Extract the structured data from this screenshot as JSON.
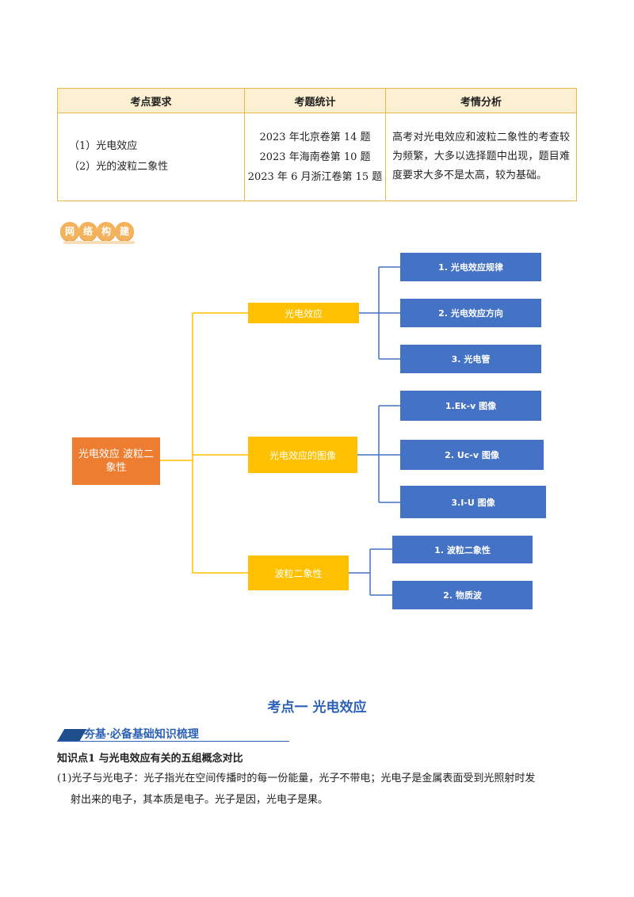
{
  "table": {
    "headers": [
      "考点要求",
      "考题统计",
      "考情分析"
    ],
    "requirements": [
      "（1）光电效应",
      "（2）光的波粒二象性"
    ],
    "statistics": [
      "2023 年北京卷第 14 题",
      "2023 年海南卷第 10 题",
      "2023 年 6 月浙江卷第 15 题"
    ],
    "analysis": "高考对光电效应和波粒二象性的考查较为频繁，大多以选择题中出现，题目难度要求大多不是太高，较为基础。"
  },
  "badge": {
    "chars": [
      "网",
      "络",
      "构",
      "建"
    ]
  },
  "mindmap": {
    "root": "光电效应 波粒二象性",
    "branches": [
      {
        "label": "光电效应",
        "children": [
          "1. 光电效应规律",
          "2. 光电效应方向",
          "3. 光电管"
        ]
      },
      {
        "label": "光电效应的图像",
        "children": [
          "1.Ek-v 图像",
          "2. Uc-v 图像",
          "3.I-U 图像"
        ]
      },
      {
        "label": "波粒二象性",
        "children": [
          "1. 波粒二象性",
          "2. 物质波"
        ]
      }
    ],
    "colors": {
      "root": "#ed7d31",
      "mid": "#ffc000",
      "leaf": "#4472c4",
      "line_mid": "#ffc000",
      "line_leaf": "#4472c4"
    }
  },
  "section": {
    "title": "考点一  光电效应",
    "banner": "夯基·必备基础知识梳理",
    "knowledge_title": "知识点1  与光电效应有关的五组概念对比",
    "paragraph_line1": "(1)光子与光电子：光子指光在空间传播时的每一份能量，光子不带电；光电子是金属表面受到光照射时发",
    "paragraph_line2": "射出来的电子，其本质是电子。光子是因，光电子是果。"
  }
}
